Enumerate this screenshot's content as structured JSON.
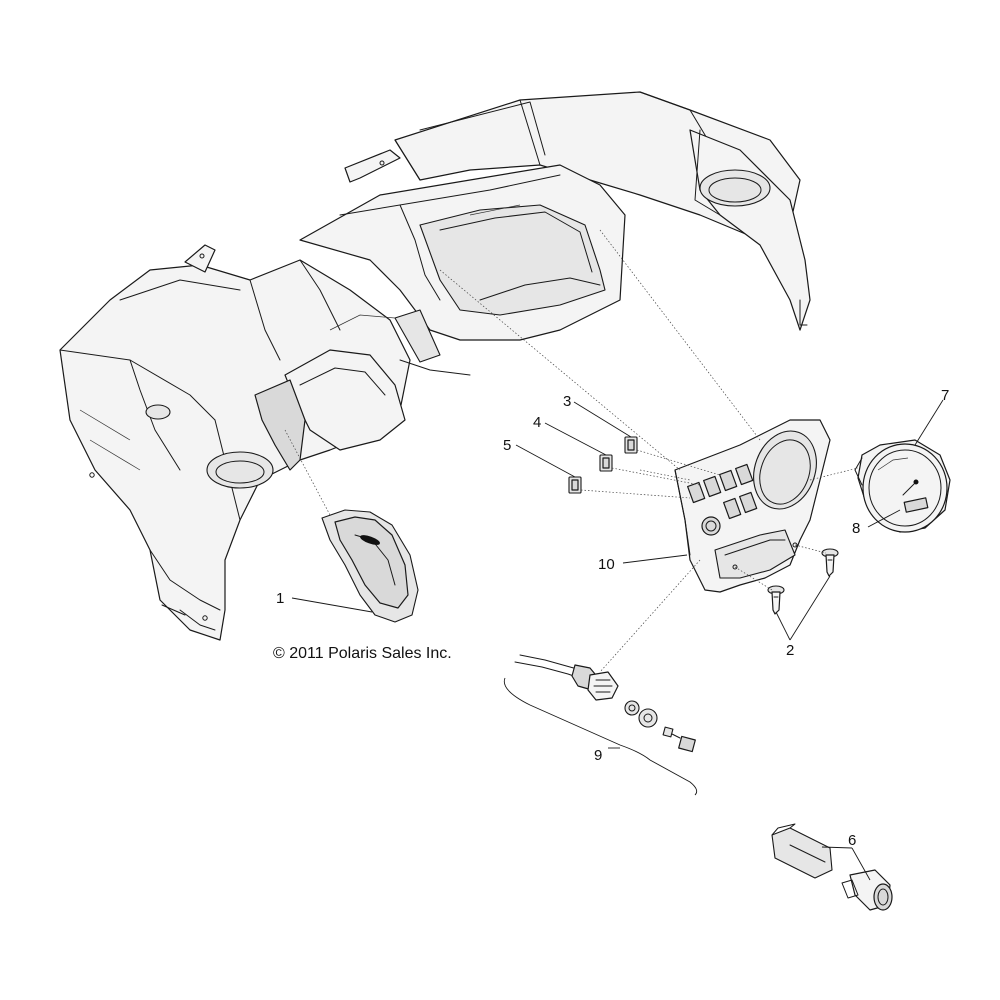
{
  "copyright": "© 2011 Polaris Sales Inc.",
  "callouts": [
    {
      "id": "1",
      "label": "1",
      "part": "cup-holder-liner"
    },
    {
      "id": "2",
      "label": "2",
      "part": "push-rivet-fastener"
    },
    {
      "id": "3",
      "label": "3",
      "part": "switch-cover-plug-3"
    },
    {
      "id": "4",
      "label": "4",
      "part": "switch-cover-plug-4"
    },
    {
      "id": "5",
      "label": "5",
      "part": "switch-cover-plug-5"
    },
    {
      "id": "6",
      "label": "6",
      "part": "accessory-outlet"
    },
    {
      "id": "7",
      "label": "7",
      "part": "instrument-gauge"
    },
    {
      "id": "8",
      "label": "8",
      "part": "gauge-face"
    },
    {
      "id": "9",
      "label": "9",
      "part": "ignition-switch-assembly"
    },
    {
      "id": "10",
      "label": "10",
      "part": "instrument-panel-bezel"
    }
  ]
}
